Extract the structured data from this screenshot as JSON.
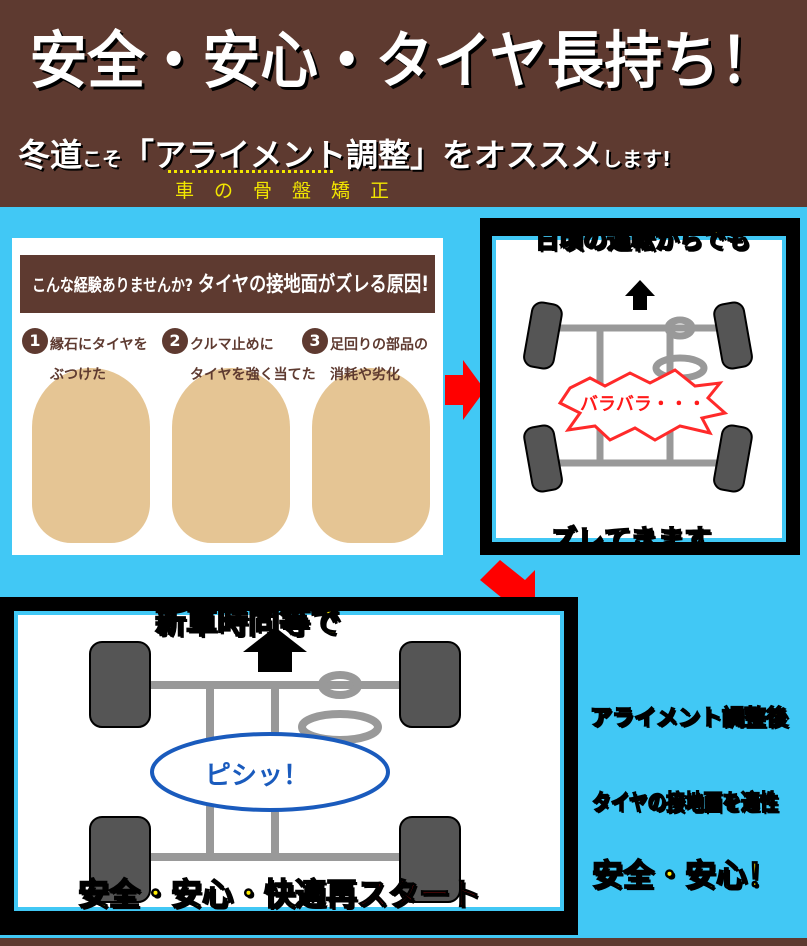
{
  "header": {
    "title": "安全・安心・タイヤ長持ち！",
    "subtitle_1": "冬道",
    "subtitle_2": "こそ",
    "subtitle_3": "「アライメント調整」",
    "subtitle_4": "をオススメ",
    "subtitle_5": "します!",
    "annotation": "車の骨盤矯正"
  },
  "causes": {
    "heading_small": "こんな経験ありませんか?",
    "heading_large": "タイヤの接地面がズレる原因!",
    "items": [
      {
        "num": "1",
        "line1": "縁石にタイヤを",
        "line2": "ぶつけた"
      },
      {
        "num": "2",
        "line1": "クルマ止めに",
        "line2": "タイヤを強く当てた"
      },
      {
        "num": "3",
        "line1": "足回りの部品の",
        "line2": "消耗や劣化"
      }
    ]
  },
  "misaligned": {
    "top": "日頃の運転からでも",
    "burst": "バラバラ・・・",
    "bottom_red": "ズレ",
    "bottom_rest": "てきます"
  },
  "aligned": {
    "top": "新車時同等で",
    "oval": "ピシッ！",
    "bottom_1": "安全・安心・快適",
    "bottom_red": "再スタート"
  },
  "side": {
    "line1": "アライメント調整後",
    "line2": "タイヤの接地面を適性",
    "line3": "安全・安心！"
  },
  "colors": {
    "brown": "#5e3a30",
    "blue": "#41c8f5",
    "yellow": "#ffee00",
    "red": "#ff1a1a"
  }
}
